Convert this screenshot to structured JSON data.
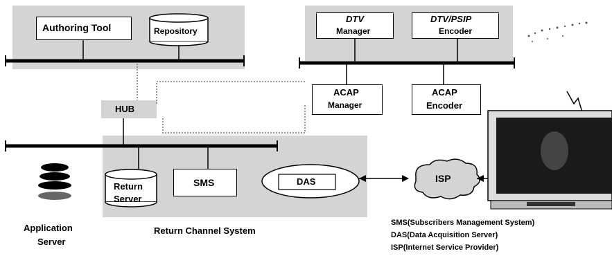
{
  "nodes": {
    "authoring_tool": "Authoring Tool",
    "repository": "Repository",
    "dtv_manager": {
      "line1": "DTV",
      "line2": "Manager"
    },
    "dtv_psip_encoder": {
      "line1": "DTV/PSIP",
      "line2": "Encoder"
    },
    "acap_manager": {
      "line1": "ACAP",
      "line2": "Manager"
    },
    "acap_encoder": {
      "line1": "ACAP",
      "line2": "Encoder"
    },
    "hub": "HUB",
    "return_server": {
      "line1": "Return",
      "line2": "Server"
    },
    "sms": "SMS",
    "das": "DAS",
    "isp": "ISP",
    "application_server": {
      "line1": "Application",
      "line2": "Server"
    },
    "return_channel_system": "Return Channel System"
  },
  "legend": [
    "SMS(Subscribers Management System)",
    "DAS(Data Acquisition Server)",
    "ISP(Internet Service Provider)"
  ],
  "colors": {
    "panel": "#d4d4d4",
    "bus": "#000000",
    "box_fill": "#ffffff",
    "tv_dark": "#1a1a1a",
    "tv_frame": "#dcdcdc"
  }
}
